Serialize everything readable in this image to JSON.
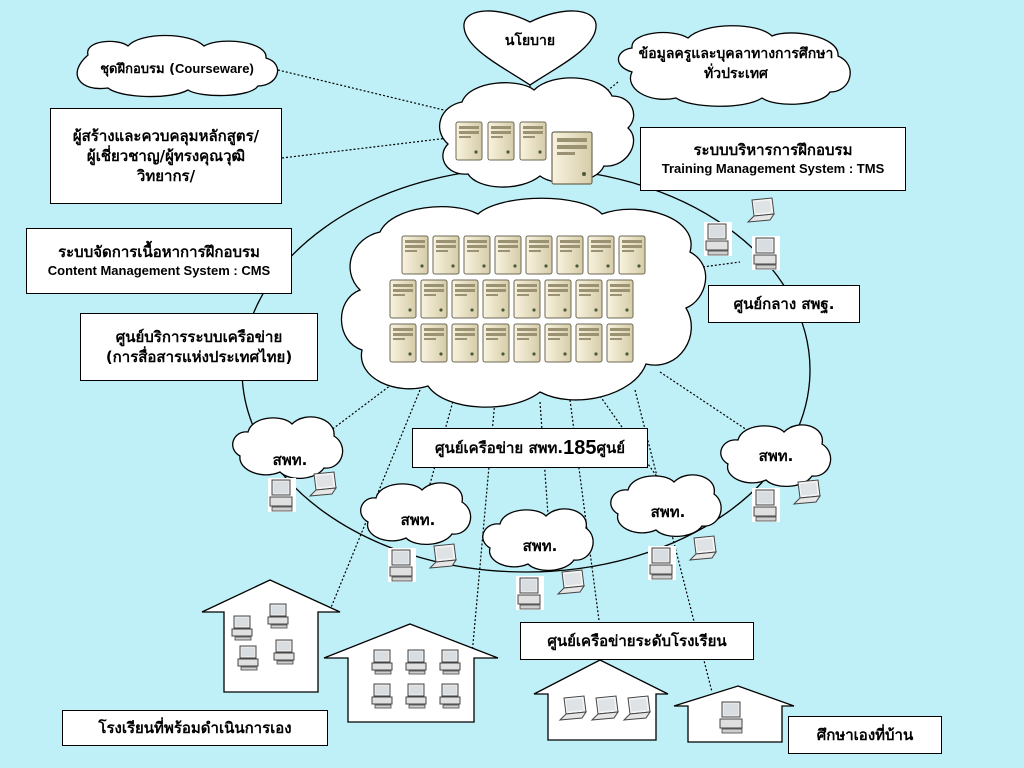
{
  "nodes": {
    "policy": "นโยบาย",
    "courseware_a": "ชุดฝึกอบรม (",
    "courseware_b": "Courseware)",
    "teacher_data_1": "ข้อมูลครูและบุคลาทางการศึกษา",
    "teacher_data_2": "ทั่วประเทศ",
    "creators_1": "ผู้สร้างและควบคลุมหลักสูตร/",
    "creators_2": "ผู้เชี่ยวชาญ/ผู้ทรงคุณวุฒิ",
    "creators_3": "วิทยากร/",
    "tms_1": "ระบบบริหารการฝึกอบรม",
    "tms_2": "Training Management System : TMS",
    "cms_1": "ระบบจัดการเนื้อหาการฝึกอบรม",
    "cms_2": "Content Management System : CMS",
    "central": "ศูนย์กลาง สพฐ.",
    "network_service_1": "ศูนย์บริการระบบเครือข่าย",
    "network_service_2": "(การสื่อสารแห่งประเทศไทย)",
    "spt_network_a": "ศูนย์เครือข่าย สพท.",
    "spt_network_num": "185",
    "spt_network_b": " ศูนย์",
    "spt_1": "สพท.",
    "spt_2": "สพท.",
    "spt_3": "สพท.",
    "spt_4": "สพท.",
    "spt_5": "สพท.",
    "school_network": "ศูนย์เครือข่ายระดับโรงเรียน",
    "schools_ready": "โรงเรียนที่พร้อมดำเนินการเอง",
    "home_study": "ศึกษาเองที่บ้าน"
  },
  "colors": {
    "background": "#bff0f7",
    "server": "#ede4c7",
    "server_dark": "#6d6a55",
    "line": "#000000"
  },
  "icons": [
    "server-icon",
    "desktop-computer-icon",
    "laptop-icon",
    "house-icon",
    "cloud-shape",
    "heart-shape"
  ]
}
